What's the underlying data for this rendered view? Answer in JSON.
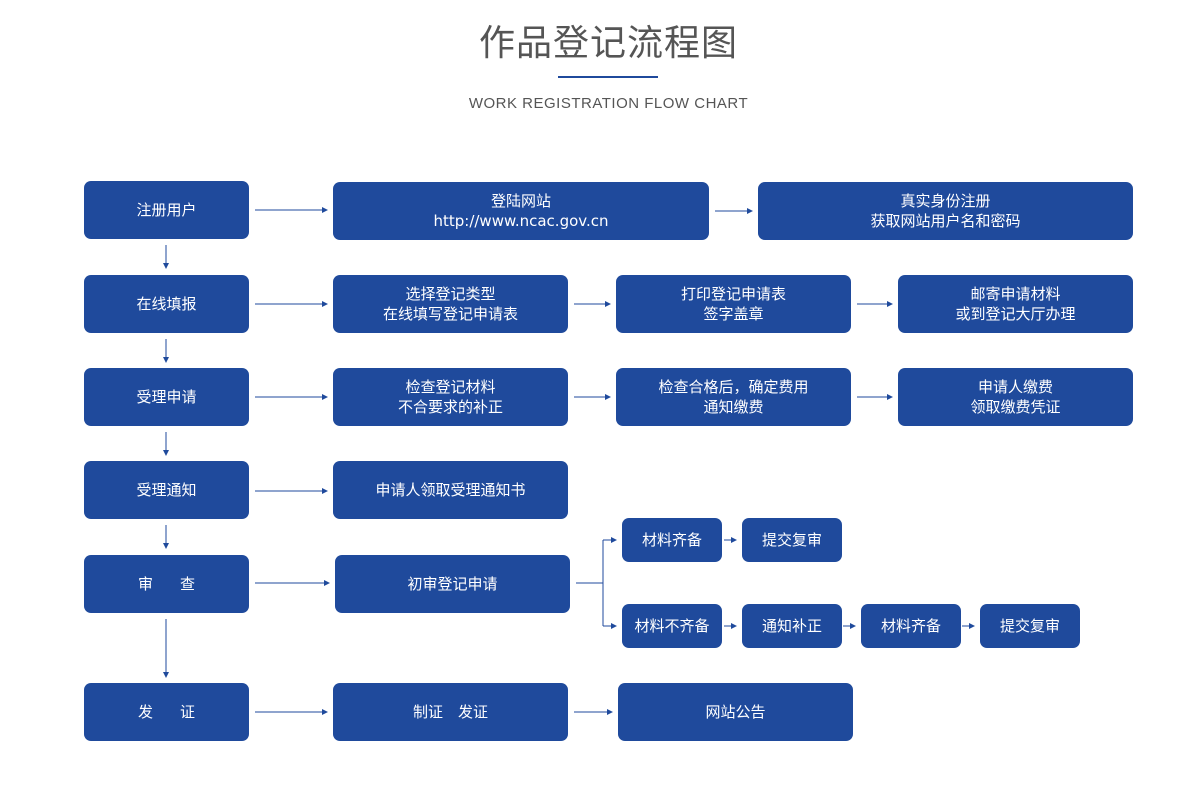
{
  "header": {
    "title": "作品登记流程图",
    "subtitle": "WORK REGISTRATION FLOW CHART"
  },
  "steps": {
    "register_user": "注册用户",
    "online_fill": "在线填报",
    "accept_application": "受理申请",
    "accept_notice": "受理通知",
    "review": "审查",
    "issue_cert": "发证"
  },
  "row1": {
    "login_line1": "登陆网站",
    "login_line2": "http://www.ncac.gov.cn",
    "realname_line1": "真实身份注册",
    "realname_line2": "获取网站用户名和密码"
  },
  "row2": {
    "select_line1": "选择登记类型",
    "select_line2": "在线填写登记申请表",
    "print_line1": "打印登记申请表",
    "print_line2": "签字盖章",
    "mail_line1": "邮寄申请材料",
    "mail_line2": "或到登记大厅办理"
  },
  "row3": {
    "check_line1": "检查登记材料",
    "check_line2": "不合要求的补正",
    "pass_line1": "检查合格后，确定费用",
    "pass_line2": "通知缴费",
    "pay_line1": "申请人缴费",
    "pay_line2": "领取缴费凭证"
  },
  "row4": {
    "receive_notice": "申请人领取受理通知书"
  },
  "row5": {
    "initial_review": "初审登记申请",
    "complete": "材料齐备",
    "submit_review": "提交复审",
    "incomplete": "材料不齐备",
    "notify_fix": "通知补正",
    "complete2": "材料齐备",
    "submit_review2": "提交复审"
  },
  "row6": {
    "make_issue": "制证　发证",
    "announce": "网站公告"
  },
  "colors": {
    "box": "#1f4a9c",
    "arrow": "#1f4a9c",
    "title": "#555555"
  }
}
